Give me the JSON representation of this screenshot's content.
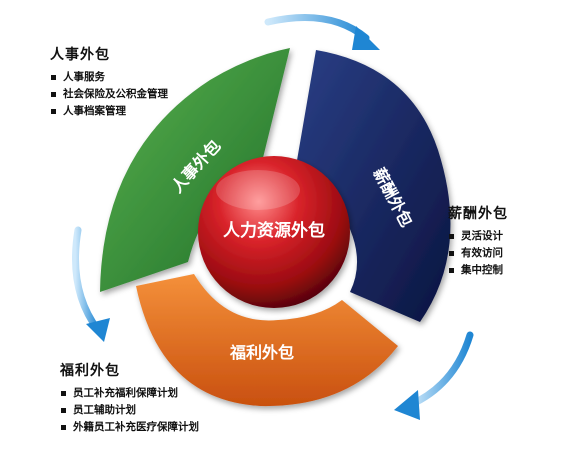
{
  "center": {
    "label": "人力资源外包"
  },
  "segments": {
    "hr": {
      "label": "人事外包",
      "color": "#2f8a3a"
    },
    "salary": {
      "label": "薪酬外包",
      "color": "#17275e"
    },
    "welfare": {
      "label": "福利外包",
      "color": "#e5681a"
    }
  },
  "panels": {
    "hr": {
      "title": "人事外包",
      "items": [
        "人事服务",
        "社会保险及公积金管理",
        "人事档案管理"
      ]
    },
    "salary": {
      "title": "薪酬外包",
      "items": [
        "灵活设计",
        "有效访问",
        "集中控制"
      ]
    },
    "welfare": {
      "title": "福利外包",
      "items": [
        "员工补充福利保障计划",
        "员工辅助计划",
        "外籍员工补充医疗保障计划"
      ]
    }
  },
  "colors": {
    "arrow": "#2a8fd6",
    "center_sphere": "#c8151b"
  }
}
